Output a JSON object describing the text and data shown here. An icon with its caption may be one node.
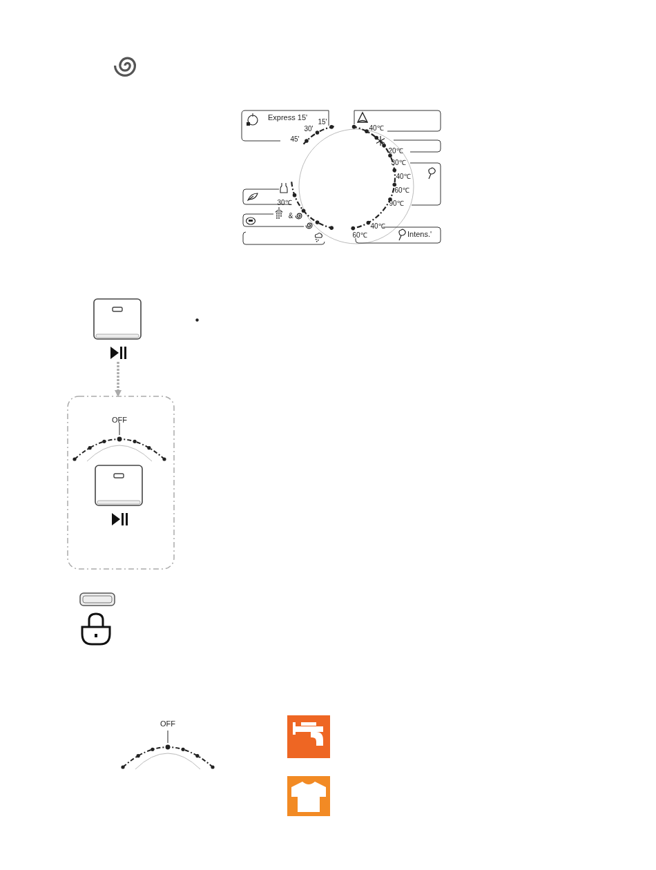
{
  "diagram": {
    "nodes": [
      {
        "text": [
          "Express 15'"
        ]
      },
      {
        "text": [],
        "shape": "box"
      },
      {
        "text": [],
        "shape": "box"
      },
      {
        "text": [],
        "shape": "box"
      },
      {
        "text": [],
        "shape": "box"
      },
      {
        "text": [],
        "shape": "box"
      },
      {
        "text": [],
        "shape": "box"
      },
      {
        "text": [
          "Intens.'"
        ]
      },
      {
        "text": [],
        "shape": "box"
      },
      {
        "text": [
          "OFF"
        ]
      },
      {
        "text": [],
        "shape": "box",
        "in": 9
      }
    ],
    "edges": [
      {
        "from": 8,
        "to": 9,
        "arrow": "to",
        "style": "dashed"
      }
    ],
    "labels": [
      "15'",
      "30'",
      "40℃",
      "45'",
      "20℃",
      "30℃",
      "40℃",
      "60℃",
      "90℃",
      "30℃",
      "&",
      "40℃",
      "60℃",
      "OFF"
    ]
  }
}
